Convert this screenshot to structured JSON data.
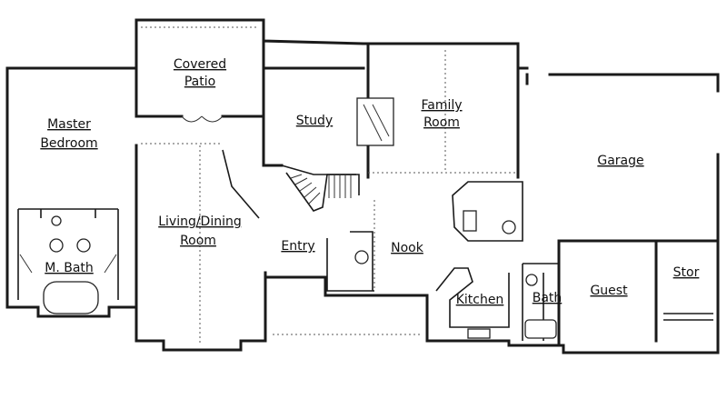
{
  "rooms": {
    "covered_patio_line1": "Covered",
    "covered_patio_line2": "Patio",
    "master_bedroom_line1": "Master",
    "master_bedroom_line2": "Bedroom",
    "study": "Study",
    "family_room_line1": "Family",
    "family_room_line2": "Room",
    "garage": "Garage",
    "living_dining_line1": "Living/Dining",
    "living_dining_line2": "Room",
    "entry": "Entry",
    "nook": "Nook",
    "master_bath": "M. Bath",
    "kitchen": "Kitchen",
    "bath": "Bath",
    "guest": "Guest",
    "storage": "Stor"
  }
}
